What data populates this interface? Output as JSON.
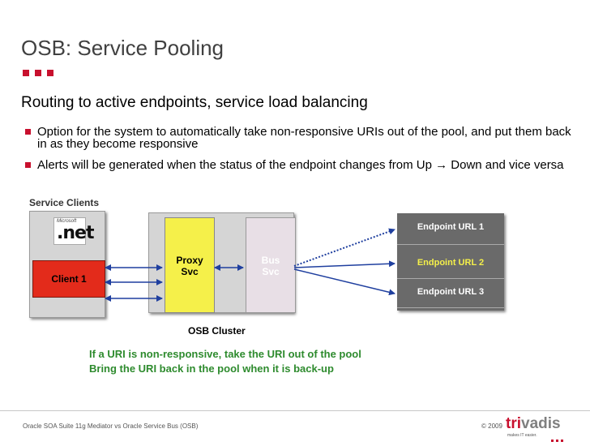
{
  "slide": {
    "title": "OSB: Service Pooling",
    "subtitle": "Routing to active endpoints, service load balancing",
    "bullets": [
      "Option for the system to automatically take non-responsive URIs out of the pool, and put them back in as they become responsive",
      "Alerts will be generated when the status of the endpoint changes from Up → Down and vice versa"
    ]
  },
  "diagram": {
    "service_clients_label": "Service Clients",
    "logo_small_text": "Microsoft",
    "logo_text": ".net",
    "client_label": "Client 1",
    "proxy_label_line1": "Proxy",
    "proxy_label_line2": "Svc",
    "bus_label_line1": "Bus",
    "bus_label_line2": "Svc",
    "cluster_label": "OSB Cluster",
    "endpoints": [
      "Endpoint URL 1",
      "Endpoint URL 2",
      "Endpoint URL 3"
    ],
    "endpoint_colors": [
      "#ffffff",
      "#f5f04a",
      "#ffffff"
    ]
  },
  "notes": [
    "If a URI is non-responsive, take the URI out of the pool",
    "Bring the URI back in the pool when it is back-up"
  ],
  "footer": {
    "left": "Oracle SOA Suite 11g Mediator vs Oracle Service Bus (OSB)",
    "right": "© 2009",
    "logo_prefix": "tri",
    "logo_suffix": "vadis",
    "logo_tagline": "makes IT easier."
  },
  "colors": {
    "accent": "#c8102e",
    "note_green": "#2e8b2e",
    "arrow_blue": "#1f3f9f"
  }
}
